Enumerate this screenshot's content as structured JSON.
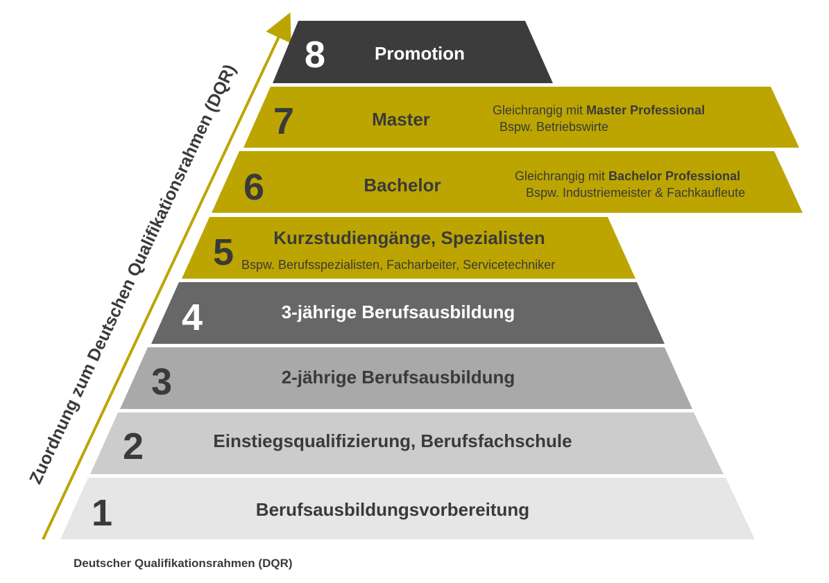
{
  "axis_label": "Zuordnung zum Deutschen Qualifikationsrahmen (DQR)",
  "caption": "Deutscher Qualifikationsrahmen (DQR)",
  "colors": {
    "dark": "#3c3c3c",
    "gold": "#bca500",
    "grey4": "#686767",
    "grey3": "#a9a9a9",
    "grey2": "#cccccc",
    "grey1": "#e6e6e6",
    "text_light": "#ffffff",
    "text_dark": "#3a3a3a",
    "arrow": "#bca500"
  },
  "levels": [
    {
      "number": "8",
      "title": "Promotion",
      "color": "dark",
      "text": "light"
    },
    {
      "number": "7",
      "title": "Master",
      "color": "gold",
      "text": "dark",
      "note_prefix": "Gleichrangig mit ",
      "note_bold": "Master Professional",
      "note_example": "Bspw. Betriebswirte"
    },
    {
      "number": "6",
      "title": "Bachelor",
      "color": "gold",
      "text": "dark",
      "note_prefix": "Gleichrangig mit ",
      "note_bold": "Bachelor Professional",
      "note_example": "Bspw. Industriemeister & Fachkaufleute"
    },
    {
      "number": "5",
      "title": "Kurzstudiengänge, Spezialisten",
      "color": "gold",
      "text": "dark",
      "note_example": "Bspw. Berufsspezialisten, Facharbeiter,  Servicetechniker"
    },
    {
      "number": "4",
      "title": "3-jährige Berufsausbildung",
      "color": "grey4",
      "text": "light"
    },
    {
      "number": "3",
      "title": "2-jährige Berufsausbildung",
      "color": "grey3",
      "text": "dark"
    },
    {
      "number": "2",
      "title": "Einstiegsqualifizierung, Berufsfachschule",
      "color": "grey2",
      "text": "dark"
    },
    {
      "number": "1",
      "title": "Berufsausbildungsvorbereitung",
      "color": "grey1",
      "text": "dark"
    }
  ]
}
